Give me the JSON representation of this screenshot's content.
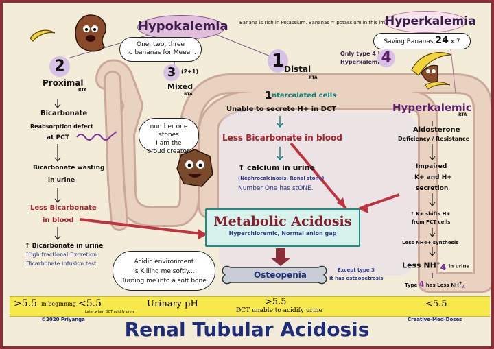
{
  "header": {
    "hypokalemia": "Hypokalemia",
    "banana_note": "Banana is rich in Potassium. Bananas = potassium in this image",
    "hyperkalemia": "Hyperkalemia",
    "saving_bananas_prefix": "Saving Bananas",
    "saving_bananas_big": "24",
    "saving_bananas_suffix": "x 7",
    "only_type4": "Only type 4 has",
    "only_type4_2": "Hyperkalemia",
    "only_type4_num": "4"
  },
  "speech": {
    "one_two_three_1": "One, two, three",
    "one_two_three_2": "no bananas for Meee...",
    "number_one_1": "number one stones",
    "number_one_2": "I am the",
    "number_one_3": "proud creator.",
    "acidic_1": "Acidic environment",
    "acidic_2": "is Killing me softly...",
    "acidic_3": "Turning me into a soft bone"
  },
  "proximal": {
    "num": "2",
    "title": "Proximal",
    "rta": "RTA",
    "step1": "Bicarbonate",
    "step2a": "Reabsorption defect",
    "step2b": "at PCT",
    "step3a": "Bicarbonate wasting",
    "step3b": "in urine",
    "step4a": "Less Bicarbonate",
    "step4b": "in blood",
    "step5": "↑ Bicarbonate in urine",
    "step6": "High fractional Excretion",
    "step7": "Bicarbonate infusion test"
  },
  "mixed": {
    "num": "3",
    "sub": "(2+1)",
    "title": "Mixed",
    "rta": "RTA"
  },
  "distal": {
    "num": "1",
    "title": "Distal",
    "rta": "RTA",
    "intercalated_num": "1",
    "intercalated": "ntercalated cells",
    "unable": "Unable to secrete H+ in DCT",
    "less_bicarb": "Less Bicarbonate in blood",
    "calcium": "↑ calcium in urine",
    "nephro": "(Nephrocalcinosis, Renal stone)",
    "stone": "Number One has stONE."
  },
  "hyperkalemic": {
    "title": "Hyperkalemic",
    "rta": "RTA",
    "aldo1": "Aldosterone",
    "aldo2": "Deficiency / Resistance",
    "impaired1": "Impaired",
    "impaired2": "K+ and H+",
    "impaired3": "secretion",
    "shift1": "↑ K+ shifts H+",
    "shift2": "from PCT cells",
    "nh4syn": "Less NH4+ synthesis",
    "lessnh": "Less NH",
    "lessnh_sup": "+",
    "lessnh_sub": "4",
    "lessnh_tail": "in urine",
    "type4_pre": "Type",
    "type4_num": "4",
    "type4_post": "has Less NH",
    "type4_sup": "+",
    "type4_sub": "4"
  },
  "center": {
    "metabolic": "Metabolic Acidosis",
    "metabolic_sub": "Hyperchloremic, Normal anion gap",
    "osteopenia": "Osteopenia",
    "except1": "Except type 3",
    "except2": "it has osteopetrosis"
  },
  "ph_bar": {
    "p1": ">5.5",
    "p1_note": "in beginning",
    "p2": "<5.5",
    "p2_note": "Later when DCT acidify urine",
    "label": "Urinary pH",
    "p3": ">5.5",
    "p3_note": "DCT unable to acidify urine",
    "p4": "<5.5"
  },
  "footer": {
    "copyright": "©2020 Priyanga",
    "brand": "Creative-Med-Doses",
    "title": "Renal Tubular Acidosis"
  },
  "colors": {
    "border": "#8a2e3a",
    "background": "#f3ecd9",
    "tubule": "#ead2c0",
    "accent_red": "#a6232d",
    "accent_purple": "#5e1f6a",
    "teal": "#1d8c84",
    "ph_bar": "#f7e84c",
    "title_blue": "#1e2d7a"
  },
  "icons": [
    "kidney-character-icon",
    "banana-icon",
    "banana-bunch-icon",
    "stone-character-icon",
    "bone-icon",
    "squiggle-arrow-icon"
  ]
}
